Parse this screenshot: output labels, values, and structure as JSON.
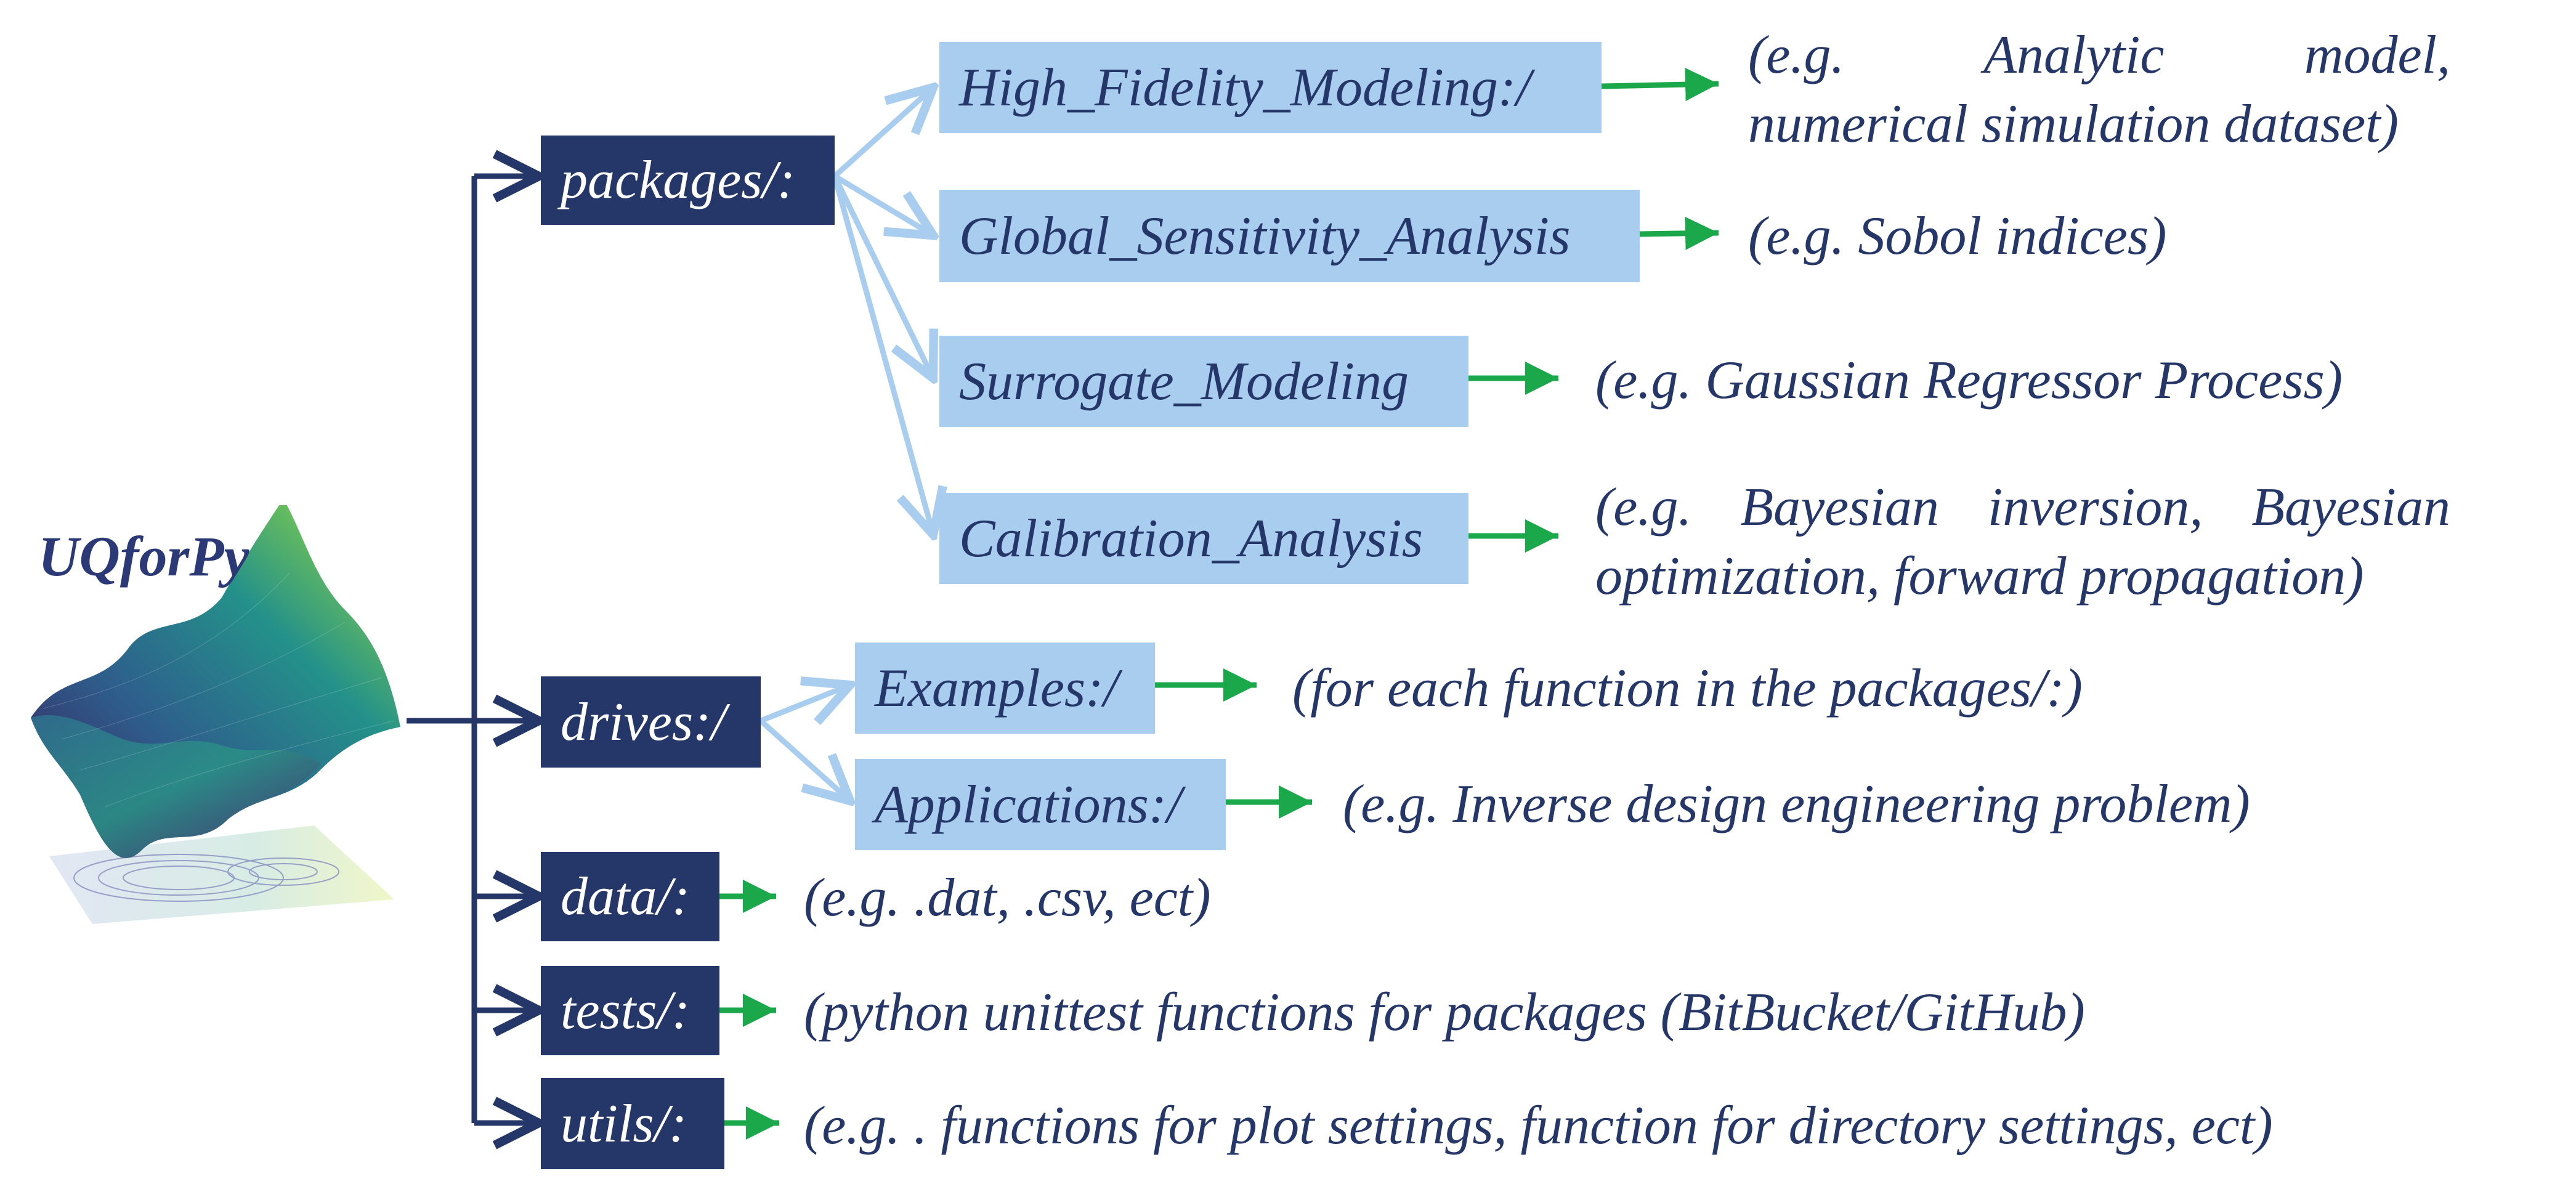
{
  "brand": {
    "name": "UQforPy"
  },
  "folders": {
    "packages": "packages/:",
    "drives": "drives:/",
    "data": "data/:",
    "tests": "tests/:",
    "utils": "utils/:"
  },
  "packages": {
    "high_fidelity": {
      "label": "High_Fidelity_Modeling:/",
      "note_line1": "(e.g. Analytic model,",
      "note_line2": "numerical simulation dataset)"
    },
    "sensitivity": {
      "label": "Global_Sensitivity_Analysis",
      "note": "(e.g. Sobol indices)"
    },
    "surrogate": {
      "label": "Surrogate_Modeling",
      "note": "(e.g. Gaussian Regressor Process)"
    },
    "calibration": {
      "label": "Calibration_Analysis",
      "note_line1": "(e.g. Bayesian inversion, Bayesian",
      "note_line2": "optimization, forward propagation)"
    }
  },
  "drives": {
    "examples": {
      "label": "Examples:/",
      "note": "(for each function in the packages/:)"
    },
    "applications": {
      "label": "Applications:/",
      "note": "(e.g. Inverse design engineering problem)"
    }
  },
  "notes": {
    "data": "(e.g. .dat, .csv, ect)",
    "tests": "(python unittest functions for packages (BitBucket/GitHub)",
    "utils": "(e.g. . functions for plot settings, function for directory settings, ect)"
  },
  "colors": {
    "dark_box": "#253668",
    "light_box": "#a8cdee",
    "text": "#253668",
    "tree_line": "#253668",
    "branch_line": "#a8cdee",
    "result_arrow": "#1aa84a"
  }
}
